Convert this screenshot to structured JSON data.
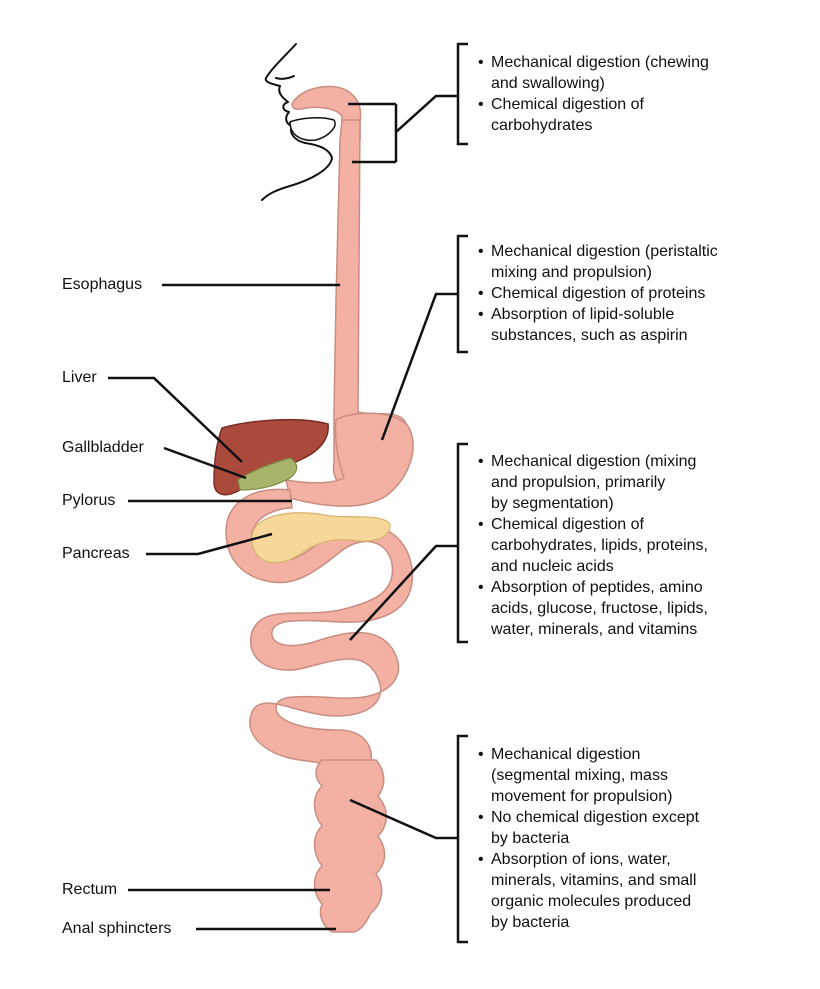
{
  "labels": {
    "esophagus": "Esophagus",
    "liver": "Liver",
    "gallbladder": "Gallbladder",
    "pylorus": "Pylorus",
    "pancreas": "Pancreas",
    "rectum": "Rectum",
    "anal_sphincters": "Anal sphincters"
  },
  "descriptions": {
    "mouth": [
      "Mechanical digestion (chewing\nand swallowing)",
      "Chemical digestion of\ncarbohydrates"
    ],
    "stomach": [
      "Mechanical digestion (peristaltic\nmixing and propulsion)",
      "Chemical digestion of proteins",
      "Absorption of lipid-soluble\nsubstances, such as aspirin"
    ],
    "small_intestine": [
      "Mechanical digestion (mixing\nand propulsion, primarily\nby segmentation)",
      "Chemical digestion of\ncarbohydrates, lipids, proteins,\nand nucleic acids",
      "Absorption of peptides, amino\nacids, glucose, fructose, lipids,\nwater, minerals, and vitamins"
    ],
    "large_intestine": [
      "Mechanical digestion\n(segmental mixing, mass\nmovement for propulsion)",
      "No chemical digestion except\nby bacteria",
      "Absorption of ions, water,\nminerals, vitamins, and small\norganic molecules produced\nby bacteria"
    ]
  },
  "colors": {
    "tract_fill": "#f2b1a3",
    "tract_outline": "#c98d82",
    "liver": "#a94a3d",
    "gallbladder": "#a8b36b",
    "pancreas": "#f7d79a",
    "lines": "#111111"
  }
}
